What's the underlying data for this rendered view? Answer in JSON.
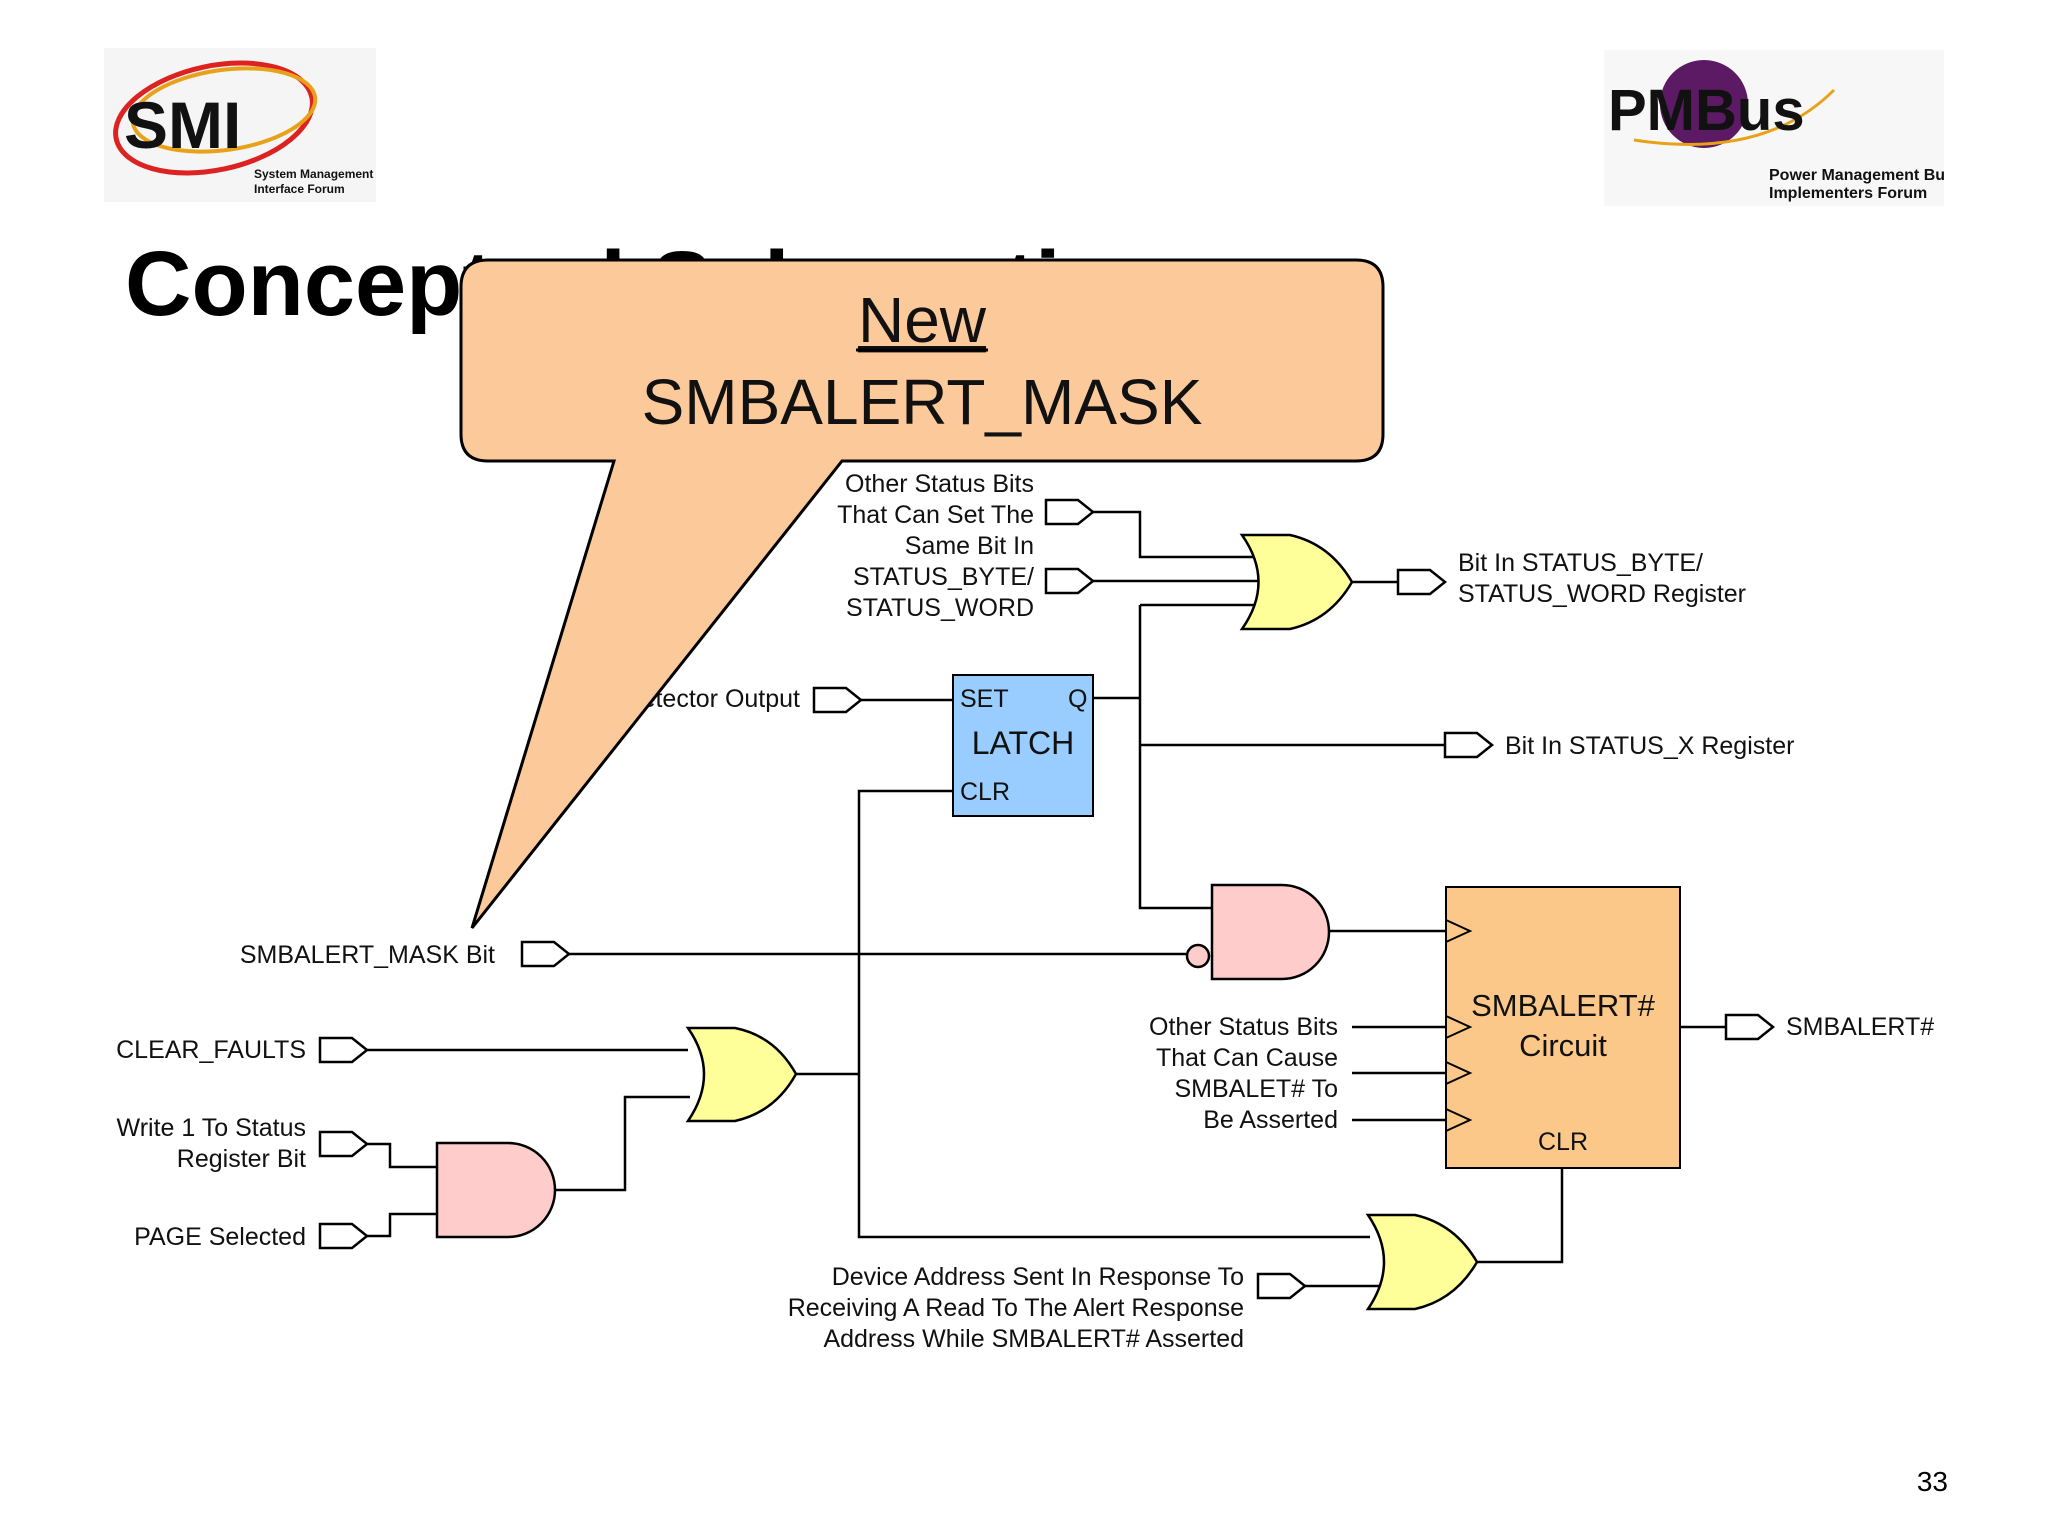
{
  "title": "Conceptual Schematic",
  "page_number": "33",
  "logos": {
    "smi": {
      "word": "SMI",
      "line1": "System Management",
      "line2": "Interface Forum"
    },
    "pmbus": {
      "word": "PMBus",
      "line1": "Power Management Bus",
      "line2": "Implementers Forum"
    }
  },
  "callout": {
    "line1": "New",
    "line2": "SMBALERT_MASK"
  },
  "labels": {
    "other_status_set": [
      "Other Status Bits",
      "That Can Set The",
      "Same Bit In",
      "STATUS_BYTE/",
      "STATUS_WORD"
    ],
    "status_byte_out": [
      "Bit In STATUS_BYTE/",
      "STATUS_WORD Register"
    ],
    "detector_output": "Detector Output",
    "latch_set": "SET",
    "latch_q": "Q",
    "latch_name": "LATCH",
    "latch_clr": "CLR",
    "status_x": "Bit In STATUS_X Register",
    "mask_bit": "SMBALERT_MASK Bit",
    "clear_faults": "CLEAR_FAULTS",
    "write1": [
      "Write 1 To Status",
      "Register Bit"
    ],
    "page_selected": "PAGE Selected",
    "other_status_cause": [
      "Other Status Bits",
      "That Can Cause",
      "SMBALET# To",
      "Be Asserted"
    ],
    "circuit_name": [
      "SMBALERT#",
      "Circuit"
    ],
    "circuit_clr": "CLR",
    "smbalert_out": "SMBALERT#",
    "device_address": [
      "Device Address Sent In Response To",
      "Receiving A Read To The Alert Response",
      "Address While SMBALERT# Asserted"
    ]
  },
  "colors": {
    "or_gate": "#ffff99",
    "and_gate": "#ffcccc",
    "latch": "#99ccff",
    "circuit": "#fcc88a",
    "callout": "#fcc99a"
  }
}
